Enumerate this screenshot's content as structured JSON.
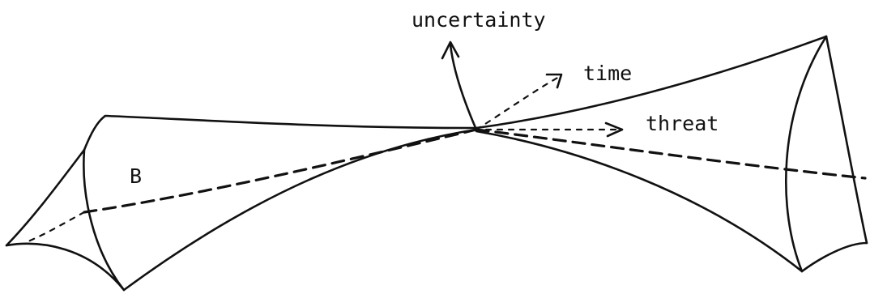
{
  "labels": {
    "uncertainty": "uncertainty",
    "time": "time",
    "threat": "threat",
    "region": "B"
  },
  "colors": {
    "ink": "#111111",
    "background": "#ffffff"
  }
}
